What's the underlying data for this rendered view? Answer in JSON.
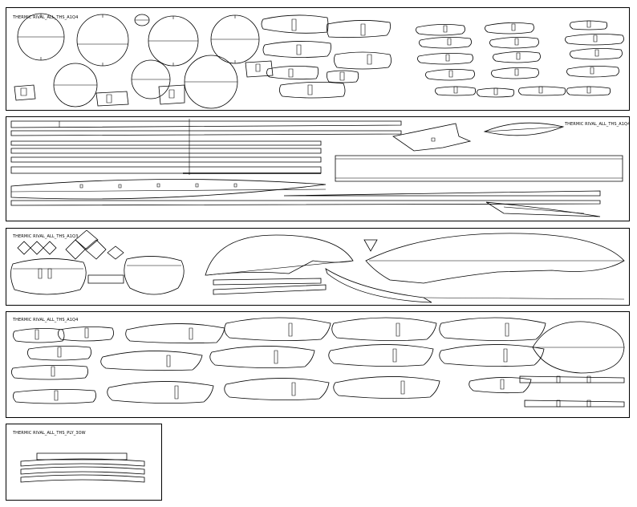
{
  "sheets": [
    {
      "id": "sheet-1",
      "label": "THERMIC RIVAL_ALL_THS_A1Q4"
    },
    {
      "id": "sheet-2",
      "label": "THERMIC RIVAL_ALL_THS_A1Q4"
    },
    {
      "id": "sheet-3",
      "label": "THERMIC RIVAL_ALL_THS_A1Q3"
    },
    {
      "id": "sheet-4",
      "label": "THERMIC RIVAL_ALL_THS_A1Q4"
    },
    {
      "id": "sheet-5",
      "label": "THERMIC RIVAL_ALL_THS_PLY_3OW"
    }
  ]
}
